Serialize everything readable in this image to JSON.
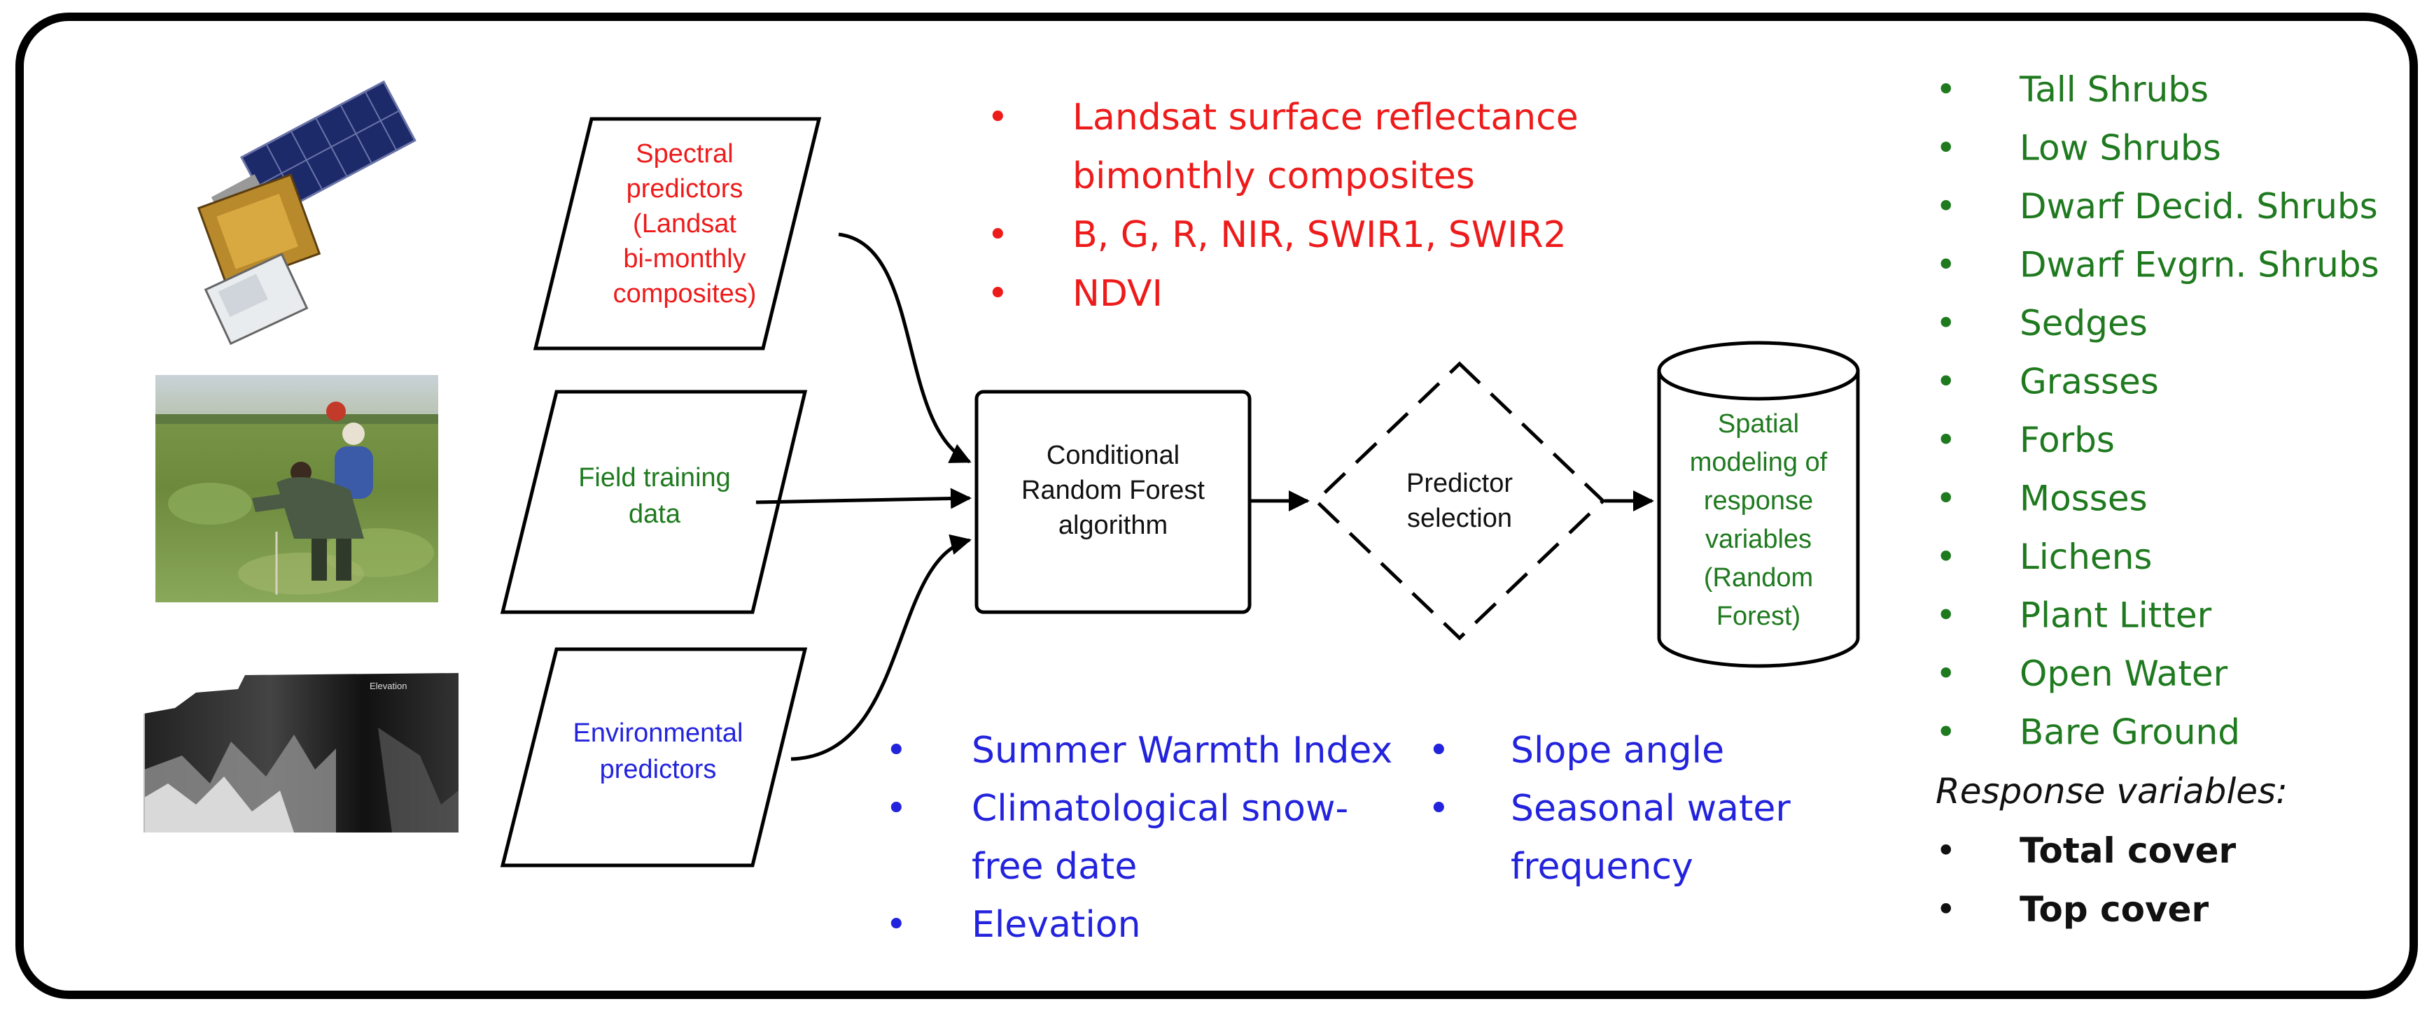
{
  "colors": {
    "red": "#ee1b1b",
    "green": "#1f7a1f",
    "blue": "#2323dd",
    "black": "#111111",
    "frame": "#000000"
  },
  "nodes": {
    "spectral": {
      "lines": [
        "Spectral",
        "predictors",
        "(Landsat",
        "bi-monthly",
        "composites)"
      ]
    },
    "field": {
      "lines": [
        "Field training",
        "data"
      ]
    },
    "environmental": {
      "lines": [
        "Environmental",
        "predictors"
      ]
    },
    "crf": {
      "lines": [
        "Conditional",
        "Random Forest",
        "algorithm"
      ]
    },
    "selection": {
      "lines": [
        "Predictor",
        "selection"
      ]
    },
    "spatial": {
      "lines": [
        "Spatial",
        "modeling of",
        "response",
        "variables",
        "(Random",
        "Forest)"
      ]
    }
  },
  "spectral_list": [
    [
      "Landsat surface reflectance",
      "bimonthly composites"
    ],
    [
      "B, G, R, NIR, SWIR1, SWIR2"
    ],
    [
      "NDVI"
    ]
  ],
  "env_list_left": [
    [
      "Summer Warmth Index"
    ],
    [
      "Climatological snow-",
      "free date"
    ],
    [
      "Elevation"
    ]
  ],
  "env_list_right": [
    [
      "Slope angle"
    ],
    [
      "Seasonal water",
      "frequency"
    ]
  ],
  "pft_list": [
    "Tall Shrubs",
    "Low Shrubs",
    "Dwarf Decid. Shrubs",
    "Dwarf Evgrn. Shrubs",
    "Sedges",
    "Grasses",
    "Forbs",
    "Mosses",
    "Lichens",
    "Plant Litter",
    "Open Water",
    "Bare Ground"
  ],
  "response_heading": "Response variables:",
  "response_list": [
    "Total cover",
    "Top cover"
  ],
  "images": {
    "satellite": "satellite-image",
    "field_photo": "field-photo",
    "elevation_map": {
      "label": "Elevation"
    }
  }
}
